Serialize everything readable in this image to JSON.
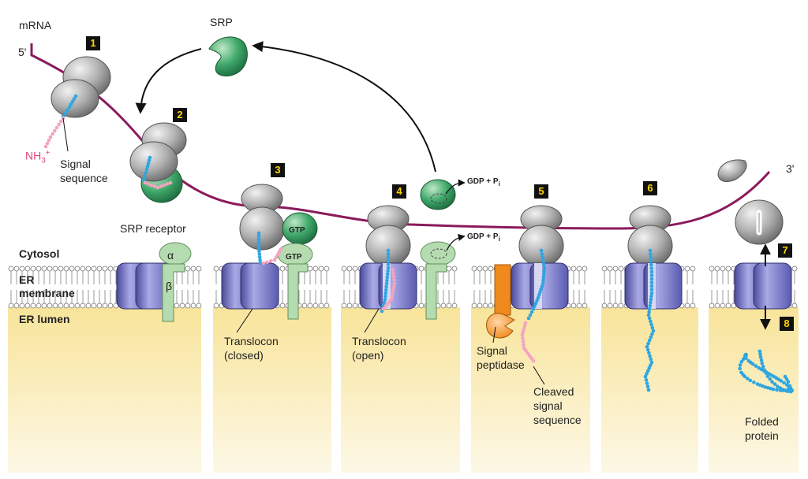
{
  "labels": {
    "mrna": "mRNA",
    "five_prime": "5'",
    "three_prime": "3'",
    "srp": "SRP",
    "nh3": "NH",
    "nh3_sub": "3",
    "nh3_sup": "+",
    "signal_sequence_1": "Signal",
    "signal_sequence_2": "sequence",
    "srp_receptor": "SRP receptor",
    "alpha": "α",
    "beta": "β",
    "cytosol": "Cytosol",
    "er_membrane_1": "ER",
    "er_membrane_2": "membrane",
    "er_lumen": "ER lumen",
    "gtp": "GTP",
    "gdp_pi": "GDP + P",
    "pi_sub": "i",
    "translocon_closed_1": "Translocon",
    "translocon_closed_2": "(closed)",
    "translocon_open_1": "Translocon",
    "translocon_open_2": "(open)",
    "signal_peptidase_1": "Signal",
    "signal_peptidase_2": "peptidase",
    "cleaved_1": "Cleaved",
    "cleaved_2": "signal",
    "cleaved_3": "sequence",
    "folded_1": "Folded",
    "folded_2": "protein"
  },
  "steps": [
    "1",
    "2",
    "3",
    "4",
    "5",
    "6",
    "7",
    "8"
  ],
  "colors": {
    "mrna": "#8b1a5c",
    "ribosome": "#a7a7a7",
    "srp": "#3a9a62",
    "receptor": "#b5dcb0",
    "translocon": "#6f6fc0",
    "lumen": "#f8e7a0",
    "peptide": "#2fa6e0",
    "signal": "#f2a4c0",
    "peptidase": "#f08a1c",
    "step_bg": "#111111",
    "step_fg": "#ffd600"
  }
}
